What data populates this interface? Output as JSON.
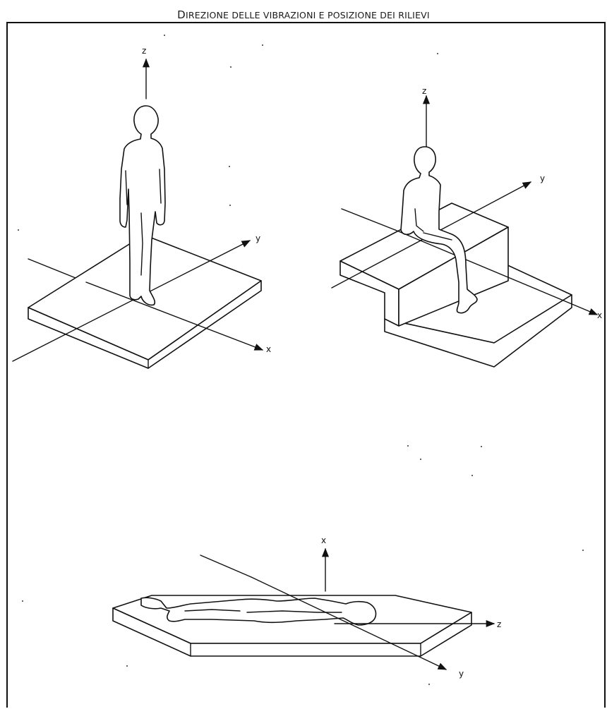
{
  "title": {
    "text": "Direzione delle vibrazioni e posizione dei rilievi",
    "display": "DIREZIONE DELLE VIBRAZIONI E POSIZIONE DEI RILIEVI"
  },
  "panels": {
    "standing": {
      "axes": {
        "vertical": "z",
        "lateral": "y",
        "forward": "x"
      }
    },
    "seated": {
      "axes": {
        "vertical": "z",
        "lateral": "y",
        "forward": "x"
      }
    },
    "supine": {
      "axes": {
        "vertical": "x",
        "longitudinal": "z",
        "lateral": "y"
      }
    }
  },
  "colors": {
    "ink": "#111111",
    "background": "#ffffff"
  }
}
